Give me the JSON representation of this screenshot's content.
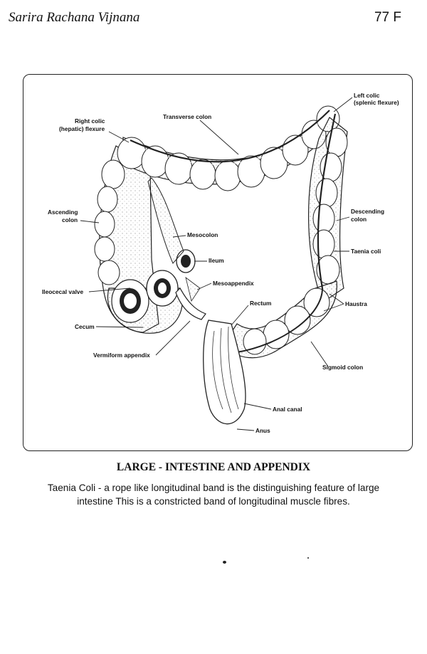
{
  "header": {
    "title": "Sarira Rachana Vijnana",
    "page_number": "77 F"
  },
  "figure": {
    "labels": {
      "left_colic_1": "Left colic",
      "left_colic_2": "(splenic flexure)",
      "transverse_colon": "Transverse colon",
      "right_colic_1": "Right colic",
      "right_colic_2": "(hepatic) flexure",
      "ascending_colon_1": "Ascending",
      "ascending_colon_2": "colon",
      "descending_colon_1": "Descending",
      "descending_colon_2": "colon",
      "mesocolon": "Mesocolon",
      "taenia_coli": "Taenia coli",
      "ileum": "Ileum",
      "mesoappendix": "Mesoappendix",
      "ileocecal_valve": "Ileocecal valve",
      "rectum": "Rectum",
      "haustra": "Haustra",
      "cecum": "Cecum",
      "vermiform_appendix": "Vermiform appendix",
      "sigmoid_colon": "Sigmoid colon",
      "anal_canal": "Anal canal",
      "anus": "Anus"
    }
  },
  "caption": {
    "title": "LARGE - INTESTINE AND APPENDIX",
    "line1": "Taenia Coli - a rope like longitudinal band is the distinguishing feature of large",
    "line2": "intestine This is a constricted band of longitudinal muscle fibres."
  }
}
